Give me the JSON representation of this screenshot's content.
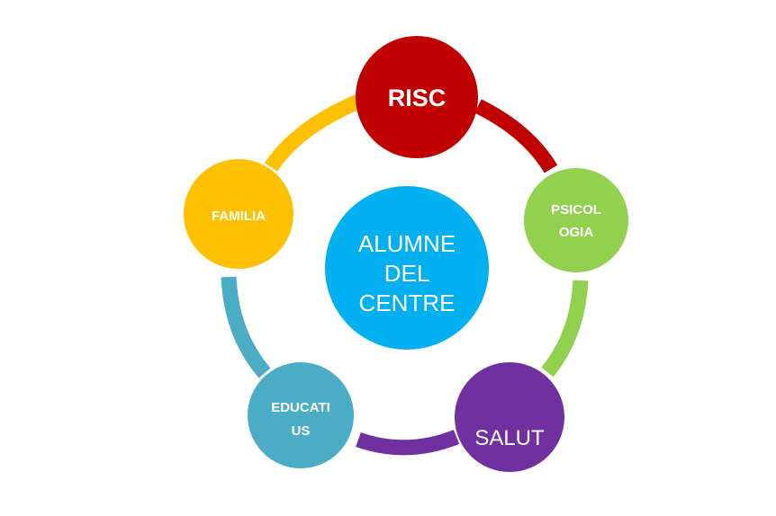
{
  "center": {
    "lines": [
      "ALUMNE",
      "DEL",
      "CENTRE"
    ],
    "color": "#00B0F0"
  },
  "nodes": [
    {
      "id": "risc",
      "lines": [
        "RISC"
      ],
      "color": "#C00000"
    },
    {
      "id": "psicologia",
      "lines": [
        "PSICOL",
        "OGIA"
      ],
      "color": "#92D050"
    },
    {
      "id": "salut",
      "lines": [
        "SALUT"
      ],
      "color": "#7030A0"
    },
    {
      "id": "educatius",
      "lines": [
        "EDUCATI",
        "US"
      ],
      "color": "#4BACC6"
    },
    {
      "id": "familia",
      "lines": [
        "FAMILIA"
      ],
      "color": "#FFC000"
    }
  ]
}
